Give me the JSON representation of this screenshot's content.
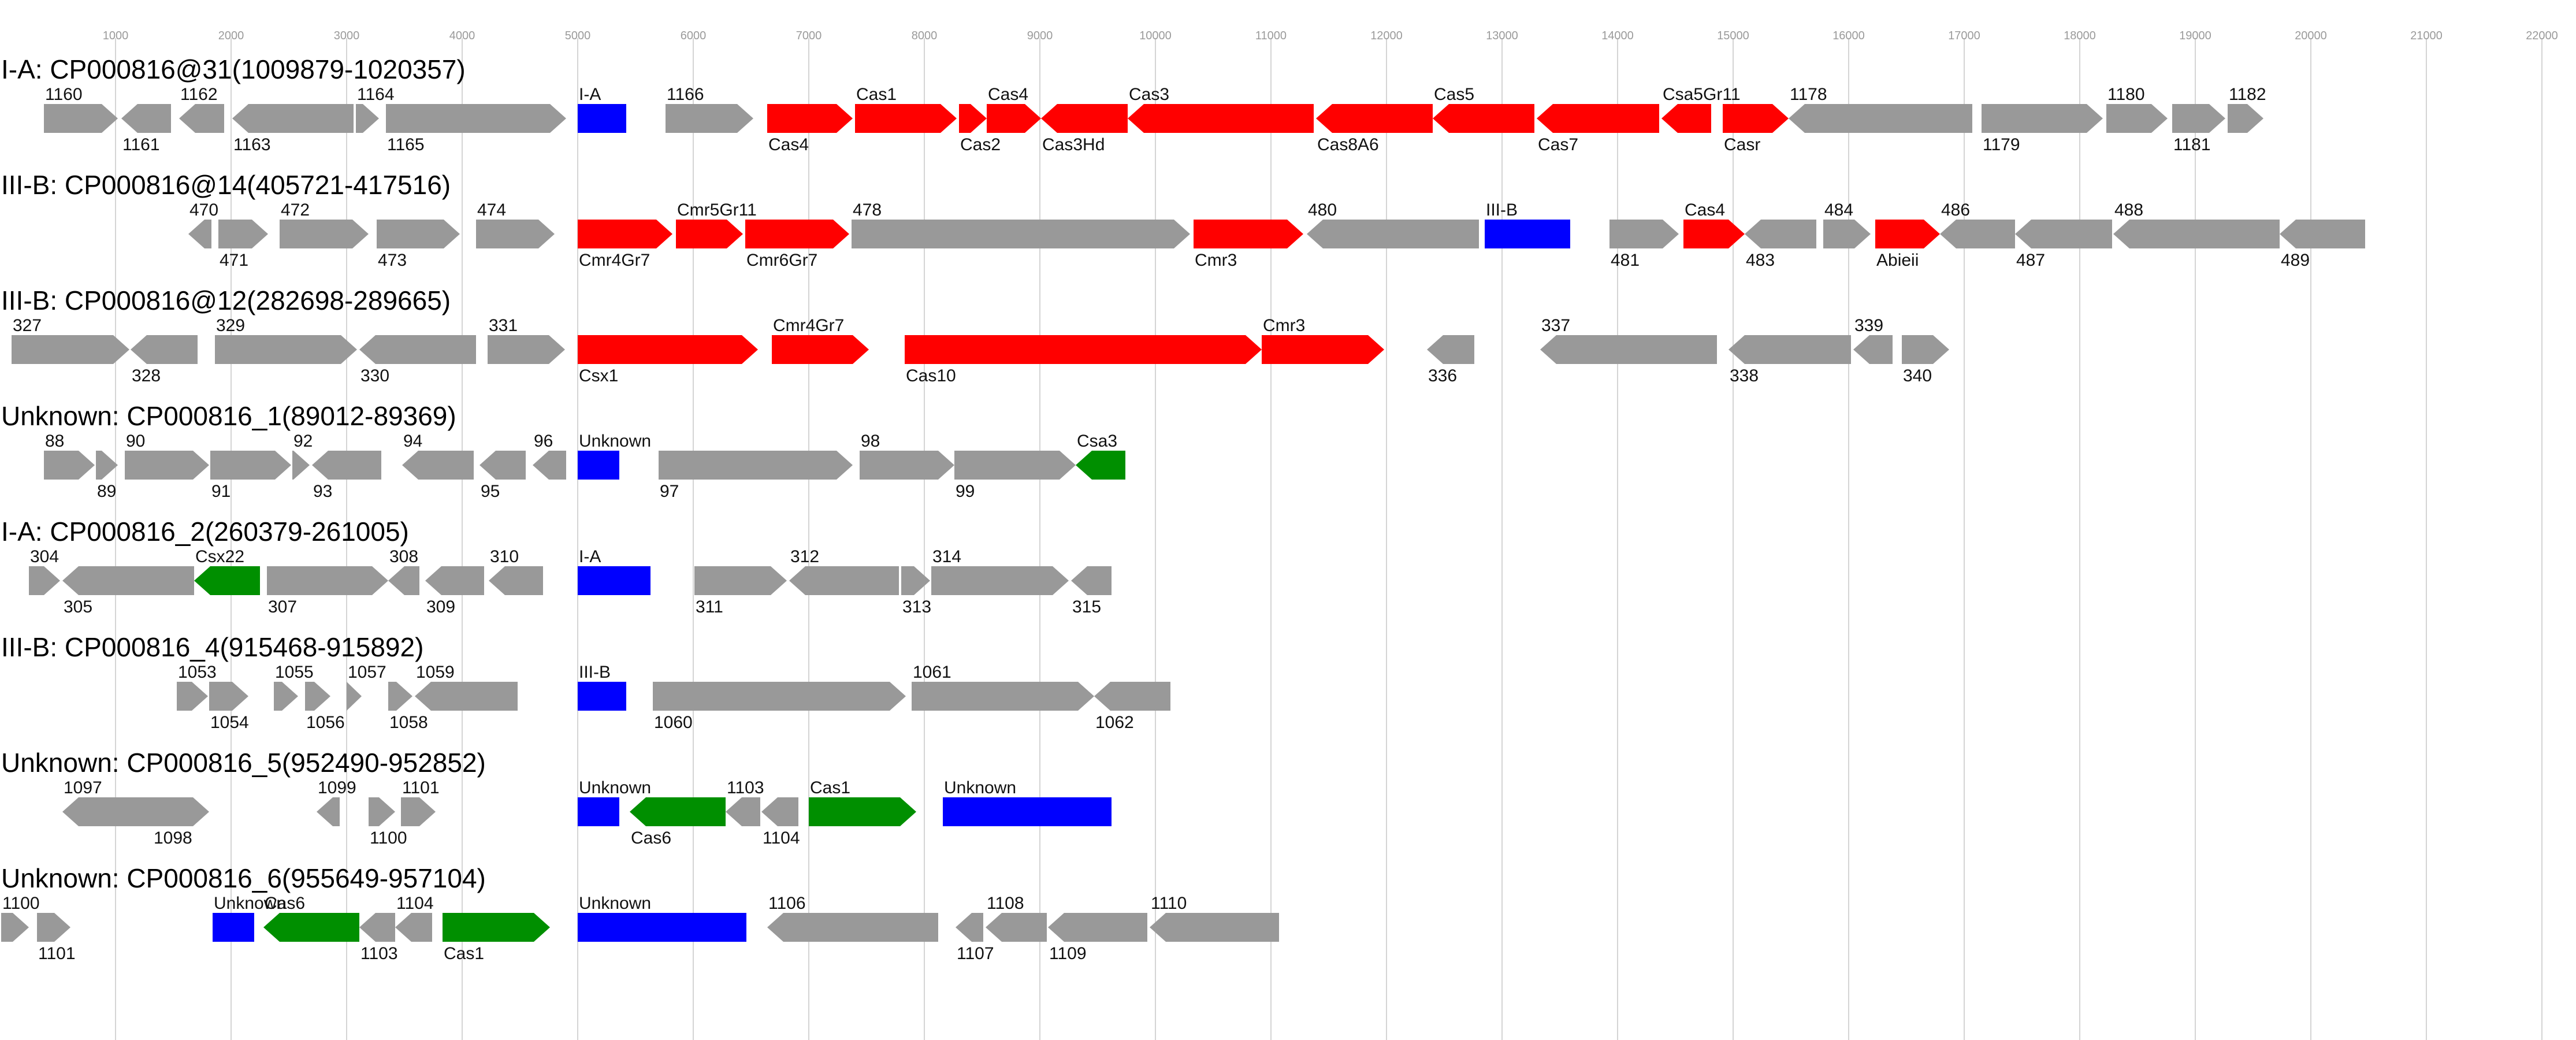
{
  "axis": {
    "ticks": [
      "1000",
      "2000",
      "3000",
      "4000",
      "5000",
      "6000",
      "7000",
      "8000",
      "9000",
      "10000",
      "11000",
      "12000",
      "13000",
      "14000",
      "15000",
      "16000",
      "17000",
      "18000",
      "19000",
      "20000",
      "21000",
      "22000"
    ]
  },
  "colors": {
    "cas": "#ff0000",
    "array": "#0000ff",
    "accessory": "#008f00",
    "other": "#999999"
  },
  "regions": [
    {
      "title": "I-A: CP000816@31(1009879-1020357)",
      "genes": [
        {
          "s": 380,
          "e": 1020,
          "d": 1,
          "c": "other",
          "t": "1160",
          "lp": "top"
        },
        {
          "s": 1050,
          "e": 1480,
          "d": -1,
          "c": "other",
          "t": "1161",
          "lp": "bottom"
        },
        {
          "s": 1550,
          "e": 1940,
          "d": -1,
          "c": "other",
          "t": "1162",
          "lp": "top"
        },
        {
          "s": 2010,
          "e": 3060,
          "d": -1,
          "c": "other",
          "t": "1163",
          "lp": "bottom"
        },
        {
          "s": 3080,
          "e": 3280,
          "d": 1,
          "c": "other",
          "t": "1164",
          "lp": "top"
        },
        {
          "s": 3340,
          "e": 4900,
          "d": 1,
          "c": "other",
          "t": "1165",
          "lp": "bottom"
        },
        {
          "s": 5000,
          "e": 5420,
          "d": 0,
          "c": "array",
          "t": "I-A",
          "lp": "top"
        },
        {
          "s": 5760,
          "e": 6520,
          "d": 1,
          "c": "other",
          "t": "1166",
          "lp": "top"
        },
        {
          "s": 6640,
          "e": 7380,
          "d": 1,
          "c": "cas",
          "t": "Cas4",
          "lp": "bottom"
        },
        {
          "s": 7400,
          "e": 8280,
          "d": 1,
          "c": "cas",
          "t": "Cas1",
          "lp": "top"
        },
        {
          "s": 8300,
          "e": 8540,
          "d": 1,
          "c": "cas",
          "t": "Cas2",
          "lp": "bottom"
        },
        {
          "s": 8540,
          "e": 9010,
          "d": 1,
          "c": "cas",
          "t": "Cas4",
          "lp": "top"
        },
        {
          "s": 9010,
          "e": 9760,
          "d": -1,
          "c": "cas",
          "t": "Cas3Hd",
          "lp": "bottom"
        },
        {
          "s": 9760,
          "e": 11370,
          "d": -1,
          "c": "cas",
          "t": "Cas3",
          "lp": "top"
        },
        {
          "s": 11390,
          "e": 12400,
          "d": -1,
          "c": "cas",
          "t": "Cas8A6",
          "lp": "bottom"
        },
        {
          "s": 12400,
          "e": 13280,
          "d": -1,
          "c": "cas",
          "t": "Cas5",
          "lp": "top"
        },
        {
          "s": 13300,
          "e": 14360,
          "d": -1,
          "c": "cas",
          "t": "Cas7",
          "lp": "bottom"
        },
        {
          "s": 14380,
          "e": 14810,
          "d": -1,
          "c": "cas",
          "t": "Csa5Gr11",
          "lp": "top"
        },
        {
          "s": 14910,
          "e": 15480,
          "d": 1,
          "c": "cas",
          "t": "Casr",
          "lp": "bottom"
        },
        {
          "s": 15480,
          "e": 17070,
          "d": -1,
          "c": "other",
          "t": "1178",
          "lp": "top"
        },
        {
          "s": 17150,
          "e": 18200,
          "d": 1,
          "c": "other",
          "t": "1179",
          "lp": "bottom"
        },
        {
          "s": 18230,
          "e": 18760,
          "d": 1,
          "c": "other",
          "t": "1180",
          "lp": "top"
        },
        {
          "s": 18800,
          "e": 19260,
          "d": 1,
          "c": "other",
          "t": "1181",
          "lp": "bottom"
        },
        {
          "s": 19280,
          "e": 19590,
          "d": 1,
          "c": "other",
          "t": "1182",
          "lp": "top"
        }
      ]
    },
    {
      "title": "III-B: CP000816@14(405721-417516)",
      "genes": [
        {
          "s": 1630,
          "e": 1830,
          "d": -1,
          "c": "other",
          "t": "470",
          "lp": "top"
        },
        {
          "s": 1890,
          "e": 2320,
          "d": 1,
          "c": "other",
          "t": "471",
          "lp": "bottom"
        },
        {
          "s": 2420,
          "e": 3190,
          "d": 1,
          "c": "other",
          "t": "472",
          "lp": "top"
        },
        {
          "s": 3260,
          "e": 3980,
          "d": 1,
          "c": "other",
          "t": "473",
          "lp": "bottom"
        },
        {
          "s": 4120,
          "e": 4800,
          "d": 1,
          "c": "other",
          "t": "474",
          "lp": "top"
        },
        {
          "s": 5000,
          "e": 5820,
          "d": 1,
          "c": "cas",
          "t": "Cmr4Gr7",
          "lp": "bottom"
        },
        {
          "s": 5850,
          "e": 6430,
          "d": 1,
          "c": "cas",
          "t": "Cmr5Gr11",
          "lp": "top"
        },
        {
          "s": 6450,
          "e": 7350,
          "d": 1,
          "c": "cas",
          "t": "Cmr6Gr7",
          "lp": "bottom"
        },
        {
          "s": 7370,
          "e": 10300,
          "d": 1,
          "c": "other",
          "t": "478",
          "lp": "top"
        },
        {
          "s": 10330,
          "e": 11280,
          "d": 1,
          "c": "cas",
          "t": "Cmr3",
          "lp": "bottom"
        },
        {
          "s": 11310,
          "e": 12800,
          "d": -1,
          "c": "other",
          "t": "480",
          "lp": "top"
        },
        {
          "s": 12850,
          "e": 13590,
          "d": 0,
          "c": "array",
          "t": "III-B",
          "lp": "top"
        },
        {
          "s": 13930,
          "e": 14530,
          "d": 1,
          "c": "other",
          "t": "481",
          "lp": "bottom"
        },
        {
          "s": 14570,
          "e": 15100,
          "d": 1,
          "c": "cas",
          "t": "Cas4",
          "lp": "top"
        },
        {
          "s": 15100,
          "e": 15720,
          "d": -1,
          "c": "other",
          "t": "483",
          "lp": "bottom"
        },
        {
          "s": 15780,
          "e": 16190,
          "d": 1,
          "c": "other",
          "t": "484",
          "lp": "top"
        },
        {
          "s": 16230,
          "e": 16790,
          "d": 1,
          "c": "cas",
          "t": "Abieii",
          "lp": "bottom"
        },
        {
          "s": 16790,
          "e": 17440,
          "d": -1,
          "c": "other",
          "t": "486",
          "lp": "top"
        },
        {
          "s": 17440,
          "e": 18280,
          "d": -1,
          "c": "other",
          "t": "487",
          "lp": "bottom"
        },
        {
          "s": 18290,
          "e": 19730,
          "d": -1,
          "c": "other",
          "t": "488",
          "lp": "top"
        },
        {
          "s": 19730,
          "e": 20470,
          "d": -1,
          "c": "other",
          "t": "489",
          "lp": "bottom"
        }
      ]
    },
    {
      "title": "III-B: CP000816@12(282698-289665)",
      "genes": [
        {
          "s": 100,
          "e": 1120,
          "d": 1,
          "c": "other",
          "t": "327",
          "lp": "top"
        },
        {
          "s": 1130,
          "e": 1710,
          "d": -1,
          "c": "other",
          "t": "328",
          "lp": "bottom"
        },
        {
          "s": 1860,
          "e": 3090,
          "d": 1,
          "c": "other",
          "t": "329",
          "lp": "top"
        },
        {
          "s": 3110,
          "e": 4120,
          "d": -1,
          "c": "other",
          "t": "330",
          "lp": "bottom"
        },
        {
          "s": 4220,
          "e": 4890,
          "d": 1,
          "c": "other",
          "t": "331",
          "lp": "top"
        },
        {
          "s": 5000,
          "e": 6560,
          "d": 1,
          "c": "cas",
          "t": "Csx1",
          "lp": "bottom"
        },
        {
          "s": 6680,
          "e": 7520,
          "d": 1,
          "c": "cas",
          "t": "Cmr4Gr7",
          "lp": "top"
        },
        {
          "s": 7830,
          "e": 10920,
          "d": 1,
          "c": "cas",
          "t": "Cas10",
          "lp": "bottom"
        },
        {
          "s": 10920,
          "e": 11980,
          "d": 1,
          "c": "cas",
          "t": "Cmr3",
          "lp": "top"
        },
        {
          "s": 12350,
          "e": 12760,
          "d": -1,
          "c": "other",
          "t": "336",
          "lp": "bottom"
        },
        {
          "s": 13330,
          "e": 14860,
          "d": -1,
          "c": "other",
          "t": "337",
          "lp": "top"
        },
        {
          "s": 14960,
          "e": 16020,
          "d": -1,
          "c": "other",
          "t": "338",
          "lp": "bottom"
        },
        {
          "s": 16040,
          "e": 16380,
          "d": -1,
          "c": "other",
          "t": "339",
          "lp": "top"
        },
        {
          "s": 16460,
          "e": 16870,
          "d": 1,
          "c": "other",
          "t": "340",
          "lp": "bottom"
        }
      ]
    },
    {
      "title": "Unknown: CP000816_1(89012-89369)",
      "genes": [
        {
          "s": 380,
          "e": 820,
          "d": 1,
          "c": "other",
          "t": "88",
          "lp": "top"
        },
        {
          "s": 830,
          "e": 1020,
          "d": 1,
          "c": "other",
          "t": "89",
          "lp": "bottom"
        },
        {
          "s": 1080,
          "e": 1810,
          "d": 1,
          "c": "other",
          "t": "90",
          "lp": "top"
        },
        {
          "s": 1820,
          "e": 2520,
          "d": 1,
          "c": "other",
          "t": "91",
          "lp": "bottom"
        },
        {
          "s": 2530,
          "e": 2680,
          "d": 1,
          "c": "other",
          "t": "92",
          "lp": "top"
        },
        {
          "s": 2700,
          "e": 3300,
          "d": -1,
          "c": "other",
          "t": "93",
          "lp": "bottom"
        },
        {
          "s": 3480,
          "e": 4100,
          "d": -1,
          "c": "other",
          "t": "94",
          "lp": "top"
        },
        {
          "s": 4150,
          "e": 4550,
          "d": -1,
          "c": "other",
          "t": "95",
          "lp": "bottom"
        },
        {
          "s": 4610,
          "e": 4900,
          "d": -1,
          "c": "other",
          "t": "96",
          "lp": "top"
        },
        {
          "s": 5000,
          "e": 5360,
          "d": 0,
          "c": "array",
          "t": "Unknown",
          "lp": "top"
        },
        {
          "s": 5700,
          "e": 7380,
          "d": 1,
          "c": "other",
          "t": "97",
          "lp": "bottom"
        },
        {
          "s": 7440,
          "e": 8260,
          "d": 1,
          "c": "other",
          "t": "98",
          "lp": "top"
        },
        {
          "s": 8260,
          "e": 9310,
          "d": 1,
          "c": "other",
          "t": "99",
          "lp": "bottom"
        },
        {
          "s": 9310,
          "e": 9740,
          "d": -1,
          "c": "accessory",
          "t": "Csa3",
          "lp": "top"
        }
      ]
    },
    {
      "title": "I-A: CP000816_2(260379-261005)",
      "genes": [
        {
          "s": 250,
          "e": 520,
          "d": 1,
          "c": "other",
          "t": "304",
          "lp": "top"
        },
        {
          "s": 540,
          "e": 1680,
          "d": -1,
          "c": "other",
          "t": "305",
          "lp": "bottom"
        },
        {
          "s": 1680,
          "e": 2250,
          "d": -1,
          "c": "accessory",
          "t": "Csx22",
          "lp": "top"
        },
        {
          "s": 2310,
          "e": 3360,
          "d": 1,
          "c": "other",
          "t": "307",
          "lp": "bottom"
        },
        {
          "s": 3360,
          "e": 3630,
          "d": -1,
          "c": "other",
          "t": "308",
          "lp": "top"
        },
        {
          "s": 3680,
          "e": 4190,
          "d": -1,
          "c": "other",
          "t": "309",
          "lp": "bottom"
        },
        {
          "s": 4230,
          "e": 4700,
          "d": -1,
          "c": "other",
          "t": "310",
          "lp": "top"
        },
        {
          "s": 5000,
          "e": 5630,
          "d": 0,
          "c": "array",
          "t": "I-A",
          "lp": "top"
        },
        {
          "s": 6010,
          "e": 6810,
          "d": 1,
          "c": "other",
          "t": "311",
          "lp": "bottom"
        },
        {
          "s": 6830,
          "e": 7780,
          "d": -1,
          "c": "other",
          "t": "312",
          "lp": "top"
        },
        {
          "s": 7800,
          "e": 8050,
          "d": 1,
          "c": "other",
          "t": "313",
          "lp": "bottom"
        },
        {
          "s": 8060,
          "e": 9250,
          "d": 1,
          "c": "other",
          "t": "314",
          "lp": "top"
        },
        {
          "s": 9270,
          "e": 9620,
          "d": -1,
          "c": "other",
          "t": "315",
          "lp": "bottom"
        }
      ]
    },
    {
      "title": "III-B: CP000816_4(915468-915892)",
      "genes": [
        {
          "s": 1530,
          "e": 1800,
          "d": 1,
          "c": "other",
          "t": "1053",
          "lp": "top"
        },
        {
          "s": 1810,
          "e": 2150,
          "d": 1,
          "c": "other",
          "t": "1054",
          "lp": "bottom"
        },
        {
          "s": 2370,
          "e": 2580,
          "d": 1,
          "c": "other",
          "t": "1055",
          "lp": "top"
        },
        {
          "s": 2640,
          "e": 2860,
          "d": 1,
          "c": "other",
          "t": "1056",
          "lp": "bottom"
        },
        {
          "s": 3000,
          "e": 3130,
          "d": 1,
          "c": "other",
          "t": "1057",
          "lp": "top"
        },
        {
          "s": 3360,
          "e": 3570,
          "d": 1,
          "c": "other",
          "t": "1058",
          "lp": "bottom"
        },
        {
          "s": 3590,
          "e": 4480,
          "d": -1,
          "c": "other",
          "t": "1059",
          "lp": "top"
        },
        {
          "s": 5000,
          "e": 5420,
          "d": 0,
          "c": "array",
          "t": "III-B",
          "lp": "top"
        },
        {
          "s": 5650,
          "e": 7840,
          "d": 1,
          "c": "other",
          "t": "1060",
          "lp": "bottom"
        },
        {
          "s": 7890,
          "e": 9470,
          "d": 1,
          "c": "other",
          "t": "1061",
          "lp": "top"
        },
        {
          "s": 9470,
          "e": 10130,
          "d": -1,
          "c": "other",
          "t": "1062",
          "lp": "bottom"
        }
      ]
    },
    {
      "title": "Unknown: CP000816_5(952490-952852)",
      "genes": [
        {
          "s": 540,
          "e": 1320,
          "d": -1,
          "c": "other",
          "t": "1097",
          "lp": "top"
        },
        {
          "s": 1320,
          "e": 1810,
          "d": 1,
          "c": "other",
          "t": "1098",
          "lp": "bottom"
        },
        {
          "s": 2740,
          "e": 2940,
          "d": -1,
          "c": "other",
          "t": "1099",
          "lp": "top"
        },
        {
          "s": 3190,
          "e": 3420,
          "d": 1,
          "c": "other",
          "t": "1100",
          "lp": "bottom"
        },
        {
          "s": 3470,
          "e": 3770,
          "d": 1,
          "c": "other",
          "t": "1101",
          "lp": "top"
        },
        {
          "s": 5000,
          "e": 5360,
          "d": 0,
          "c": "array",
          "t": "Unknown",
          "lp": "top"
        },
        {
          "s": 5450,
          "e": 6280,
          "d": -1,
          "c": "accessory",
          "t": "Cas6",
          "lp": "bottom"
        },
        {
          "s": 6280,
          "e": 6580,
          "d": -1,
          "c": "other",
          "t": "1103",
          "lp": "top"
        },
        {
          "s": 6590,
          "e": 6910,
          "d": -1,
          "c": "other",
          "t": "1104",
          "lp": "bottom"
        },
        {
          "s": 7000,
          "e": 7930,
          "d": 1,
          "c": "accessory",
          "t": "Cas1",
          "lp": "top"
        },
        {
          "s": 8160,
          "e": 9620,
          "d": 0,
          "c": "array",
          "t": "Unknown",
          "lp": "top"
        }
      ]
    },
    {
      "title": "Unknown: CP000816_6(955649-957104)",
      "genes": [
        {
          "s": 10,
          "e": 250,
          "d": 1,
          "c": "other",
          "t": "1100",
          "lp": "top"
        },
        {
          "s": 320,
          "e": 610,
          "d": 1,
          "c": "other",
          "t": "1101",
          "lp": "bottom"
        },
        {
          "s": 1840,
          "e": 2200,
          "d": 0,
          "c": "array",
          "t": "Unknown",
          "lp": "top"
        },
        {
          "s": 2280,
          "e": 3110,
          "d": -1,
          "c": "accessory",
          "t": "Cas6",
          "lp": "top"
        },
        {
          "s": 3110,
          "e": 3420,
          "d": -1,
          "c": "other",
          "t": "1103",
          "lp": "bottom"
        },
        {
          "s": 3420,
          "e": 3740,
          "d": -1,
          "c": "other",
          "t": "1104",
          "lp": "top"
        },
        {
          "s": 3830,
          "e": 4760,
          "d": 1,
          "c": "accessory",
          "t": "Cas1",
          "lp": "bottom"
        },
        {
          "s": 5000,
          "e": 6460,
          "d": 0,
          "c": "array",
          "t": "Unknown",
          "lp": "top"
        },
        {
          "s": 6640,
          "e": 8120,
          "d": -1,
          "c": "other",
          "t": "1106",
          "lp": "top"
        },
        {
          "s": 8270,
          "e": 8510,
          "d": -1,
          "c": "other",
          "t": "1107",
          "lp": "bottom"
        },
        {
          "s": 8530,
          "e": 9060,
          "d": -1,
          "c": "other",
          "t": "1108",
          "lp": "top"
        },
        {
          "s": 9070,
          "e": 9930,
          "d": -1,
          "c": "other",
          "t": "1109",
          "lp": "bottom"
        },
        {
          "s": 9950,
          "e": 11070,
          "d": -1,
          "c": "other",
          "t": "1110",
          "lp": "top"
        }
      ]
    }
  ]
}
